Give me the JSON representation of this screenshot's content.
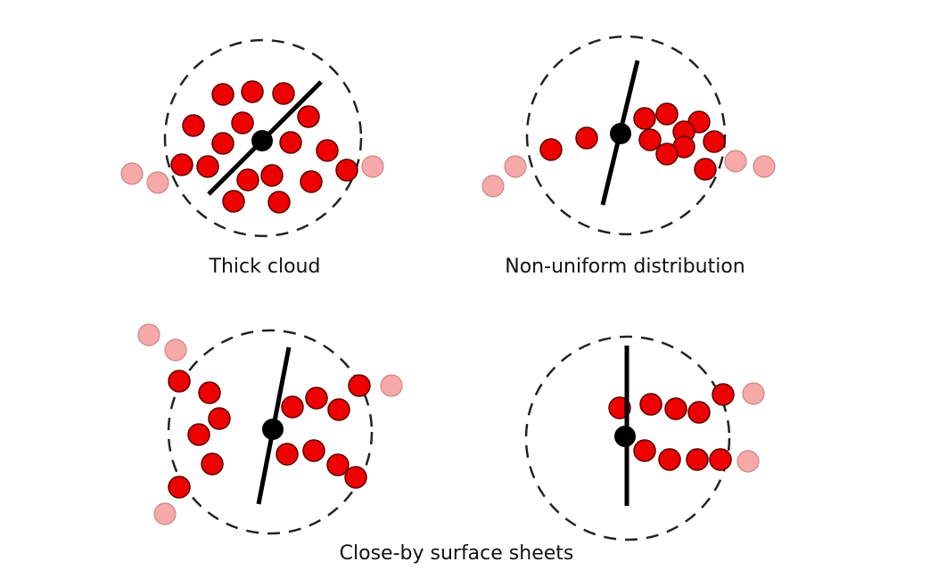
{
  "colors": {
    "inlier": "#ee0000",
    "outlier": "#f7a8a8",
    "outlier_stroke": "#c88888",
    "center": "#000000",
    "line": "#000000",
    "circle": "#222222"
  },
  "captions": {
    "thick_cloud": "Thick cloud",
    "non_uniform": "Non-uniform distribution",
    "close_by": "Close-by surface sheets"
  },
  "panels": [
    {
      "name": "thick-cloud",
      "description_key": "thick_cloud"
    },
    {
      "name": "non-uniform-distribution",
      "description_key": "non_uniform"
    },
    {
      "name": "close-by-sheets-left"
    },
    {
      "name": "close-by-sheets-right"
    }
  ]
}
